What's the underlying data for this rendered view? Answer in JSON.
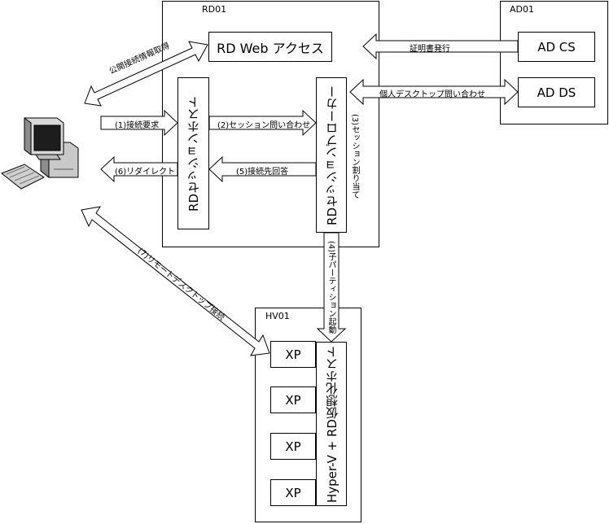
{
  "servers": {
    "rd01": "RD01",
    "ad01": "AD01",
    "hv01": "HV01"
  },
  "components": {
    "rd_web": "RD Web アクセス",
    "ad_cs": "AD CS",
    "ad_ds": "AD DS",
    "session_host": "RDセッションホスト",
    "broker": "RDセッションブローカー",
    "hyperv": "Hyper-V + RD仮想化ホスト",
    "vms": [
      "XP",
      "XP",
      "XP",
      "XP"
    ]
  },
  "arrows": {
    "cert": "証明書発行",
    "personal_desktop": "個人デスクトップ問い合わせ",
    "public_info": "公開接続情報取得",
    "step1": "(1)接続要求",
    "step2": "(2)セッション問い合わせ",
    "step3": "(3)セッション割り当て",
    "step4": "(4)子パーティション起動",
    "step5": "(5)接続先回答",
    "step6": "(6)リダイレクト",
    "step7": "(7)リモートデスクトップ接続"
  },
  "icons": {
    "client": "desktop-computer-icon"
  }
}
